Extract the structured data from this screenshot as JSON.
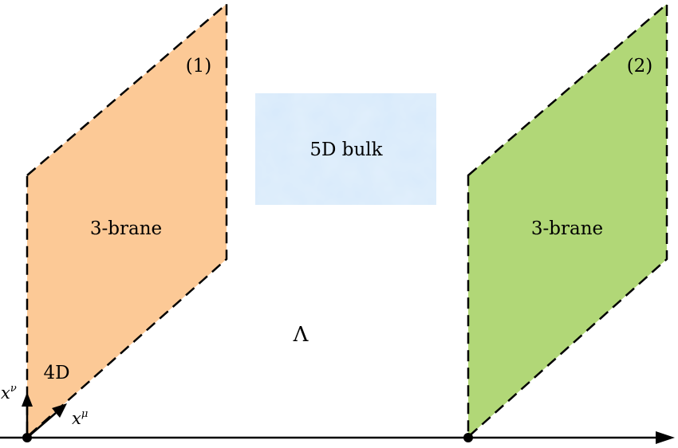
{
  "brane1": {
    "number": "(1)",
    "label": "3-brane",
    "fill": "#fcc996"
  },
  "brane2": {
    "number": "(2)",
    "label": "3-brane",
    "fill": "#b1d777"
  },
  "bulk": {
    "label": "5D bulk",
    "fill": "#d6e9fb"
  },
  "lambda": "Λ",
  "four_d": "4D",
  "axes": {
    "x_nu": "x",
    "nu": "ν",
    "x_mu": "x",
    "mu": "μ"
  },
  "colors": {
    "line": "#000000"
  }
}
